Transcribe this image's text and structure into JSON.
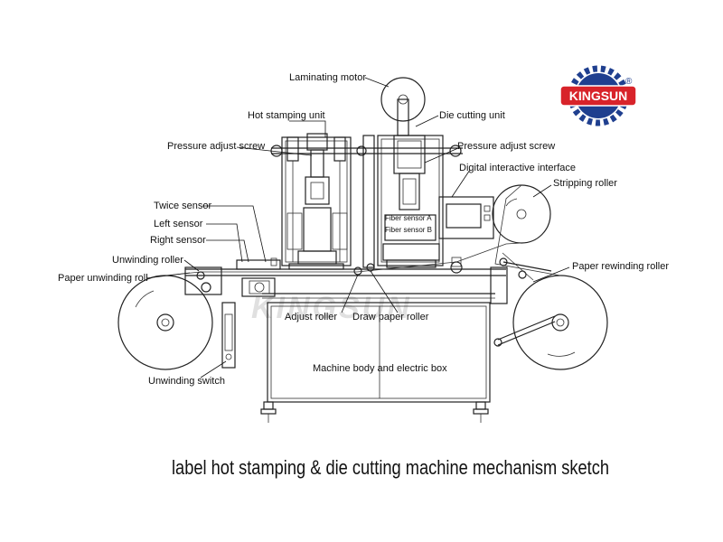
{
  "brand": {
    "logo_text": "KINGSUN",
    "registered_mark": "®",
    "watermark_text": "KINGSUN",
    "colors": {
      "logo_red": "#d8232a",
      "logo_blue": "#1f3f8f",
      "gear": "#1f3f8f"
    }
  },
  "labels": {
    "laminating_motor": "Laminating motor",
    "hot_stamping_unit": "Hot stamping unit",
    "die_cutting_unit": "Die cutting unit",
    "pressure_adjust_screw_left": "Pressure adjust screw",
    "pressure_adjust_screw_right": "Pressure adjust screw",
    "digital_interactive_interface": "Digital interactive interface",
    "stripping_roller": "Stripping roller",
    "twice_sensor": "Twice sensor",
    "left_sensor": "Left  sensor",
    "right_sensor": "Right sensor",
    "fiber_sensor_a": "Fiber sensor A",
    "fiber_sensor_b": "Fiber sensor B",
    "unwinding_roller": "Unwinding roller",
    "paper_unwinding_roll": "Paper unwinding roll",
    "paper_rewinding_roller": "Paper rewinding roller",
    "adjust_roller": "Adjust roller",
    "draw_paper_roller": "Draw paper roller",
    "machine_body": "Machine body and electric box",
    "unwinding_switch": "Unwinding switch"
  },
  "caption": "label hot stamping & die cutting machine mechanism sketch"
}
